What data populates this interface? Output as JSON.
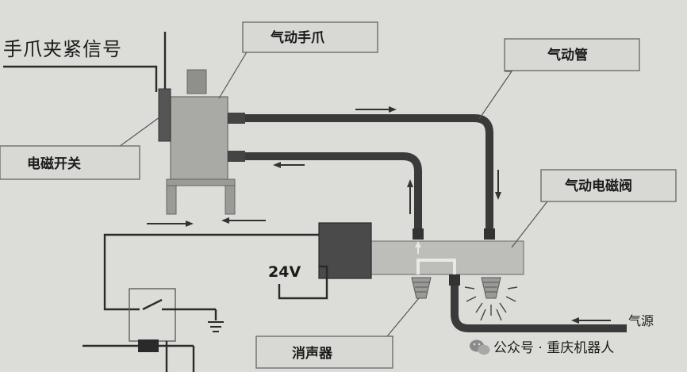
{
  "labels": {
    "gripper_signal": "手爪夹紧信号",
    "pneumatic_gripper": "气动手爪",
    "air_tube": "气动管",
    "solenoid_switch": "电磁开关",
    "solenoid_valve": "气动电磁阀",
    "voltage": "24V",
    "muffler": "消声器",
    "air_source": "气源"
  },
  "watermark": {
    "text": "公众号 · 重庆机器人"
  },
  "colors": {
    "background": "#dcdcd8",
    "gripper_body": "#a9a9a6",
    "valve_body": "#bdbdb9",
    "solenoid_coil": "#4a4a4a",
    "pipe": "#3a3a3a"
  }
}
